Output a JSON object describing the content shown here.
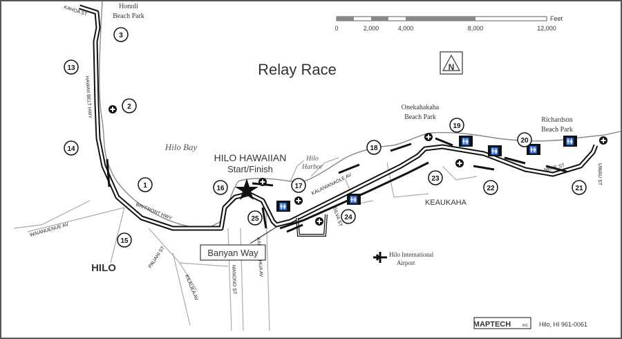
{
  "map": {
    "title": "Relay Race",
    "start_finish": {
      "name": "HILO HAWAIIAN",
      "sub": "Start/Finish"
    },
    "callout": "Banyan Way",
    "places": {
      "hilo": "HILO",
      "keaukaha": "KEAUKAHA",
      "hilo_bay": "Hilo Bay",
      "hilo_harbor_1": "Hilo",
      "hilo_harbor_2": "Harbor",
      "honoli_1": "Honoli",
      "honoli_2": "Beach Park",
      "onekahakaha_1": "Onekahakaha",
      "onekahakaha_2": "Beach Park",
      "richardson_1": "Richardson",
      "richardson_2": "Beach Park",
      "airport_1": "Hilo International",
      "airport_2": "Airport"
    },
    "streets": {
      "kahoa": "KAHOA ST",
      "hawaii_belt": "HAWAII BELT HWY",
      "bayfront": "BAYFRONT HWY",
      "waianuenue": "WAIANUENUE AV",
      "pauahi": "PAUAHI ST",
      "kilauea": "KILAUEA AV",
      "manono": "MANONO ST",
      "kanoelehua": "KANOELEHUA AV",
      "kalanianaole": "KALANIANAOLE AV",
      "silva": "SILVA ST",
      "nene": "NENE ST",
      "uwau": "UWAU ST"
    },
    "markers": [
      "1",
      "2",
      "3",
      "13",
      "14",
      "15",
      "16",
      "17",
      "18",
      "19",
      "20",
      "21",
      "22",
      "23",
      "24",
      "25"
    ],
    "scale": {
      "unit": "Feet",
      "ticks": [
        "0",
        "2,000",
        "4,000",
        "8,000",
        "12,000"
      ]
    },
    "north_arrow": "N",
    "brand": {
      "name": "MAPTECH",
      "suffix": "INC",
      "ref": "Hilo, HI  961-0061"
    },
    "colors": {
      "route": "#111111",
      "land": "#ffffff",
      "water": "#ffffff",
      "text": "#222222"
    }
  }
}
